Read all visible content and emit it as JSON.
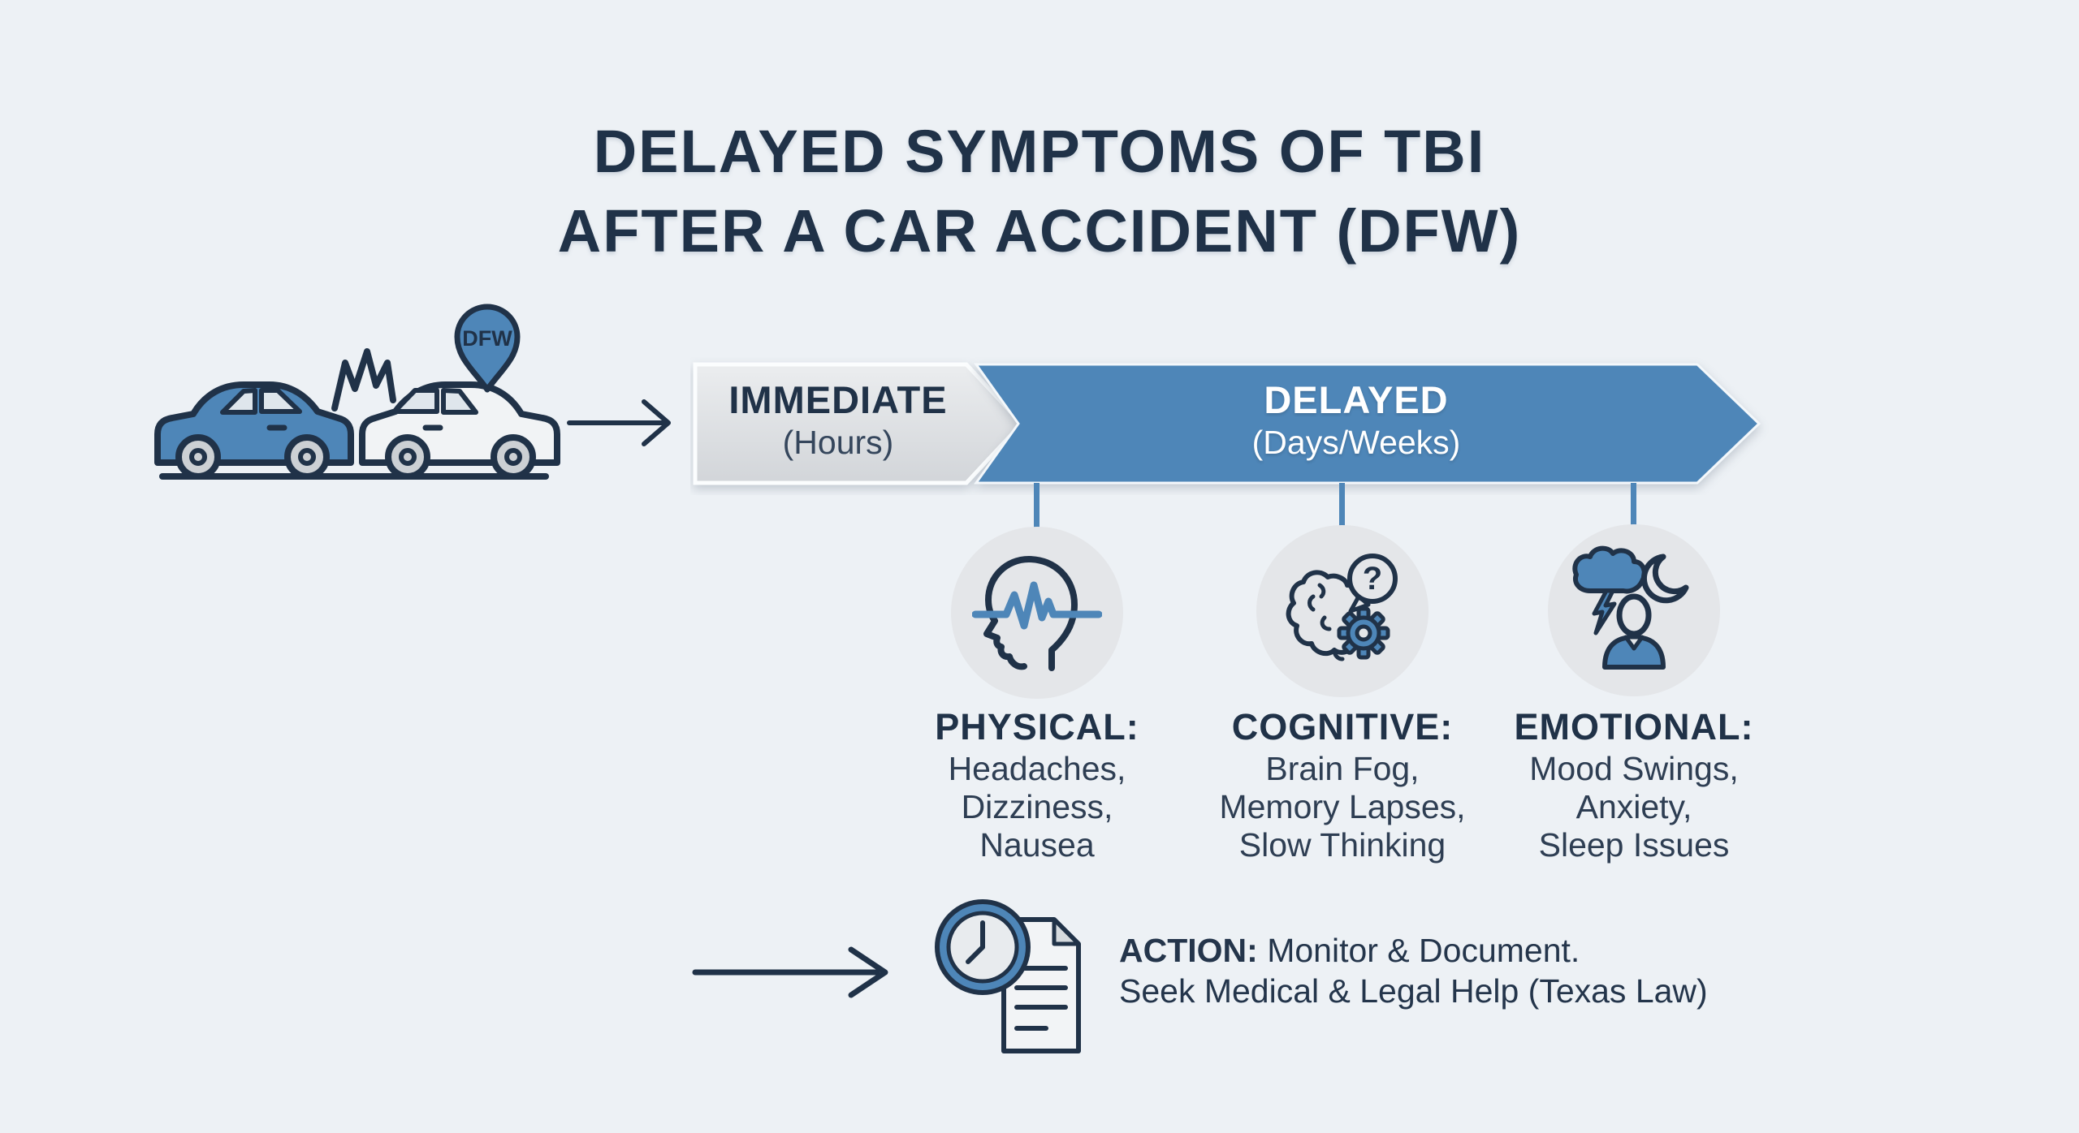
{
  "colors": {
    "background": "#edf1f5",
    "navy": "#203248",
    "text": "#2e3e53",
    "blue": "#4e86b8",
    "gray-segment": "#d8dbde",
    "gray-segment-light": "#e9ebed",
    "circle": "#e4e6e9",
    "white": "#ffffff",
    "paper": "#f2f4f6",
    "wheel": "#ccd0d4",
    "window": "#dfe6ec",
    "car-light": "#f1f3f5",
    "clock-face": "#e8ebee"
  },
  "title": {
    "line1": "DELAYED SYMPTOMS OF TBI",
    "line2": "AFTER A CAR ACCIDENT (DFW)"
  },
  "scene": {
    "pin_label": "DFW",
    "icons": [
      "blue-car-icon",
      "gray-car-icon",
      "collision-spark-icon",
      "dfw-map-pin-icon",
      "arrow-right-icon"
    ]
  },
  "timeline": {
    "immediate_label": "IMMEDIATE",
    "immediate_sublabel": "(Hours)",
    "delayed_label": "DELAYED",
    "delayed_sublabel": "(Days/Weeks)"
  },
  "categories": [
    {
      "label": "PHYSICAL:",
      "icon": "head-pulse-icon",
      "items": [
        "Headaches,",
        "Dizziness,",
        "Nausea"
      ]
    },
    {
      "label": "COGNITIVE:",
      "icon": "brain-question-gear-icon",
      "items": [
        "Brain Fog,",
        "Memory Lapses,",
        "Slow Thinking"
      ]
    },
    {
      "label": "EMOTIONAL:",
      "icon": "storm-cloud-person-moon-icon",
      "items": [
        "Mood Swings,",
        "Anxiety,",
        "Sleep Issues"
      ]
    }
  ],
  "action": {
    "label": "ACTION:",
    "line1_rest": " Monitor & Document.",
    "line2": "Seek Medical & Legal Help (Texas Law)",
    "icons": [
      "arrow-right-icon",
      "clock-icon",
      "document-icon"
    ]
  },
  "question_mark": "?"
}
